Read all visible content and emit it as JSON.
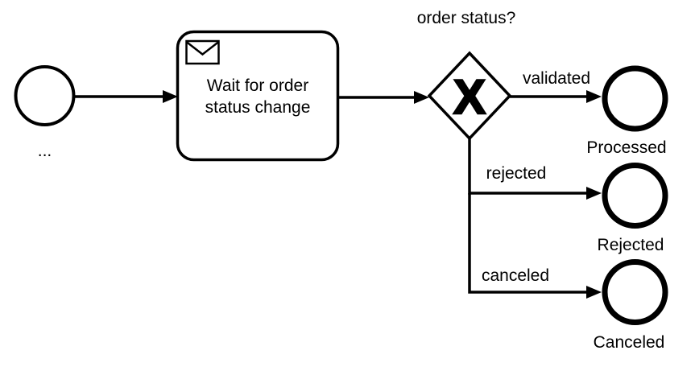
{
  "diagram": {
    "background_color": "#ffffff",
    "line_color": "#000000",
    "start_event": {
      "label": "..."
    },
    "task": {
      "icon": "message-envelope-icon",
      "label_line1": "Wait for order",
      "label_line2": "status change"
    },
    "gateway": {
      "question_label": "order status?",
      "marker": "X"
    },
    "flows": {
      "validated": {
        "label": "validated"
      },
      "rejected": {
        "label": "rejected"
      },
      "canceled": {
        "label": "canceled"
      }
    },
    "end_events": {
      "processed": {
        "label": "Processed"
      },
      "rejected": {
        "label": "Rejected"
      },
      "canceled": {
        "label": "Canceled"
      }
    }
  }
}
